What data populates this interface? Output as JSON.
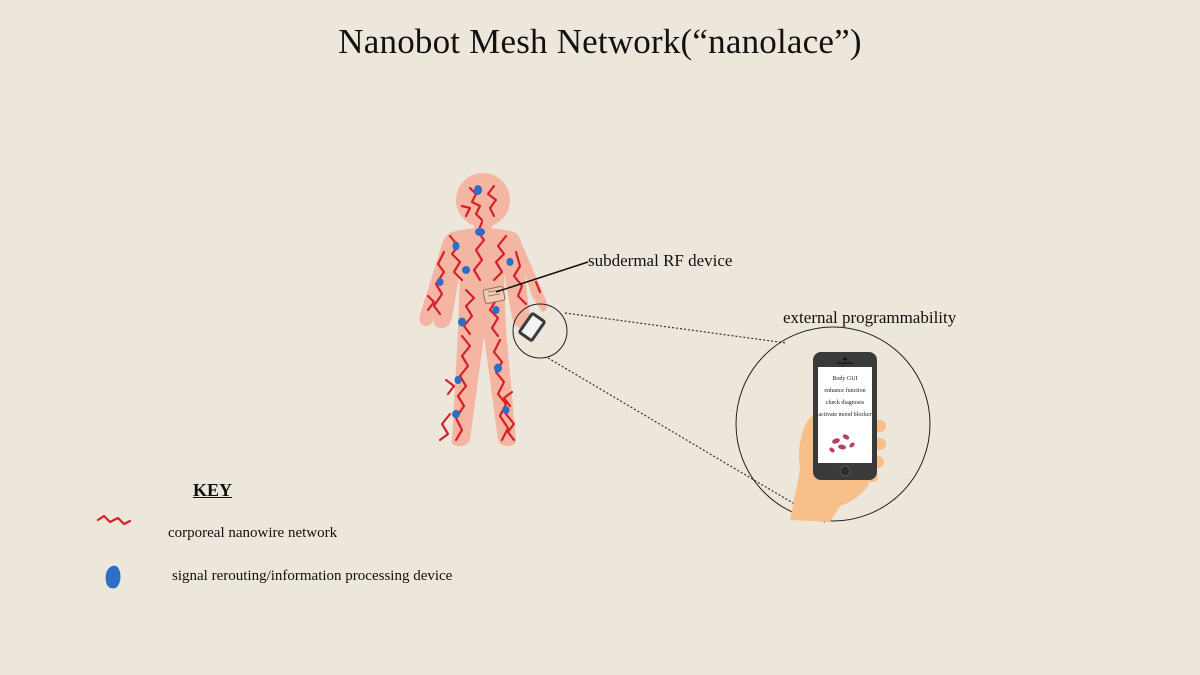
{
  "title": "Nanobot Mesh Network(“nanolace”)",
  "labels": {
    "subdermal": "subdermal RF device",
    "external": "external programmability"
  },
  "phone_screen": {
    "items": [
      "Body GUI",
      "enhance function",
      "check diagnosis",
      "activate mood blocker"
    ]
  },
  "key": {
    "title": "KEY",
    "items": [
      {
        "text": "corporeal nanowire network",
        "icon": "red-nanowire-icon"
      },
      {
        "text": "signal rerouting/information processing device",
        "icon": "blue-node-icon"
      }
    ]
  },
  "colors": {
    "background": "#ede7db",
    "body": "#f5b5a3",
    "nanowire": "#d42027",
    "node": "#2b6fc6",
    "phone": "#3a3a3a",
    "hand": "#f7c08a"
  }
}
